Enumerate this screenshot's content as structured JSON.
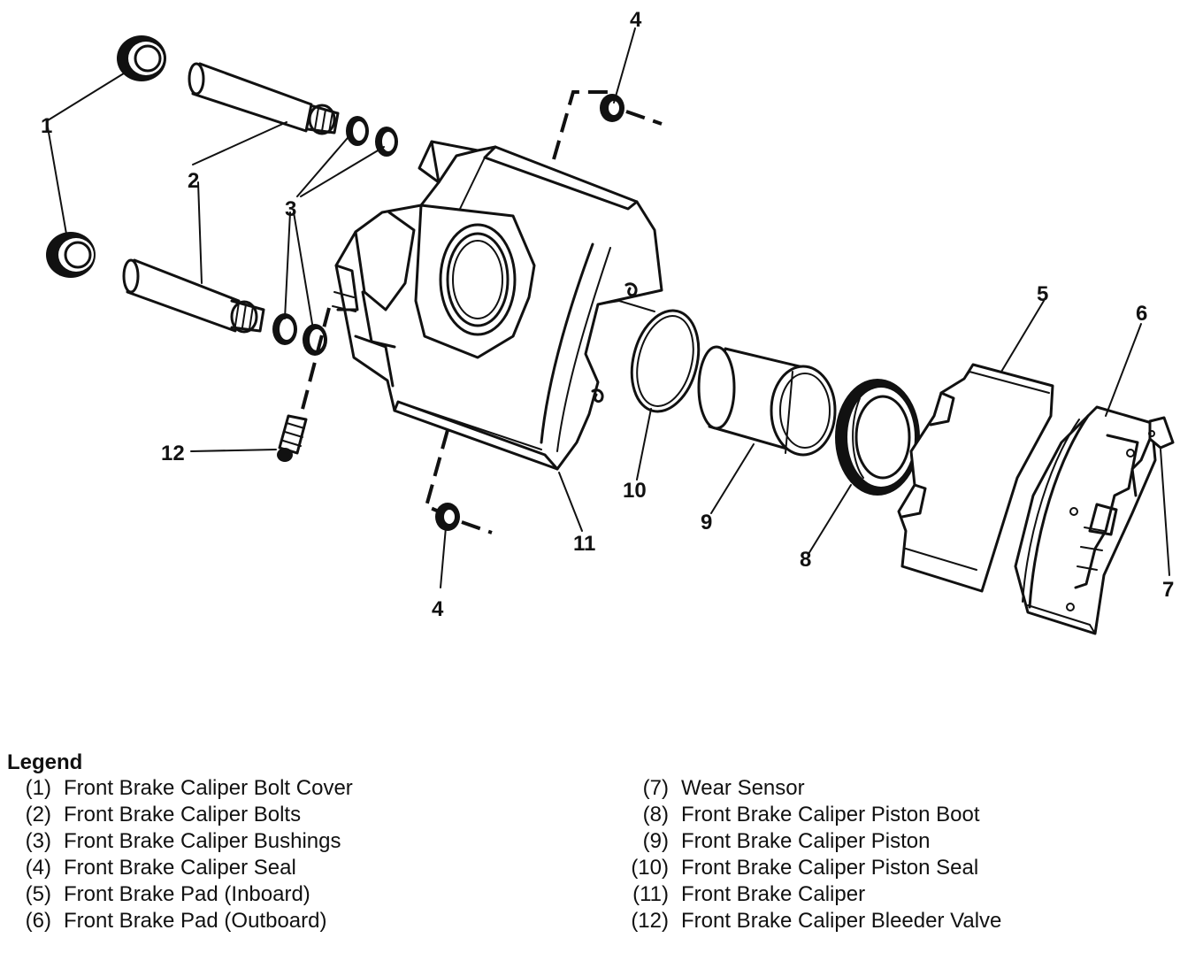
{
  "diagram": {
    "callouts": [
      {
        "id": "c1",
        "text": "1"
      },
      {
        "id": "c2",
        "text": "2"
      },
      {
        "id": "c3",
        "text": "3"
      },
      {
        "id": "c4a",
        "text": "4"
      },
      {
        "id": "c4b",
        "text": "4"
      },
      {
        "id": "c5",
        "text": "5"
      },
      {
        "id": "c6",
        "text": "6"
      },
      {
        "id": "c7",
        "text": "7"
      },
      {
        "id": "c8",
        "text": "8"
      },
      {
        "id": "c9",
        "text": "9"
      },
      {
        "id": "c10",
        "text": "10"
      },
      {
        "id": "c11",
        "text": "11"
      },
      {
        "id": "c12",
        "text": "12"
      }
    ]
  },
  "legend": {
    "title": "Legend",
    "left": [
      {
        "num": "(1)",
        "label": "Front Brake Caliper Bolt Cover"
      },
      {
        "num": "(2)",
        "label": "Front Brake Caliper Bolts"
      },
      {
        "num": "(3)",
        "label": "Front Brake Caliper Bushings"
      },
      {
        "num": "(4)",
        "label": "Front Brake Caliper Seal"
      },
      {
        "num": "(5)",
        "label": "Front Brake Pad (Inboard)"
      },
      {
        "num": "(6)",
        "label": "Front Brake Pad (Outboard)"
      }
    ],
    "right": [
      {
        "num": "(7)",
        "label": "Wear Sensor"
      },
      {
        "num": "(8)",
        "label": "Front Brake Caliper Piston Boot"
      },
      {
        "num": "(9)",
        "label": "Front Brake Caliper Piston"
      },
      {
        "num": "(10)",
        "label": "Front Brake Caliper Piston Seal"
      },
      {
        "num": "(11)",
        "label": "Front Brake Caliper"
      },
      {
        "num": "(12)",
        "label": "Front Brake Caliper Bleeder Valve"
      }
    ]
  }
}
